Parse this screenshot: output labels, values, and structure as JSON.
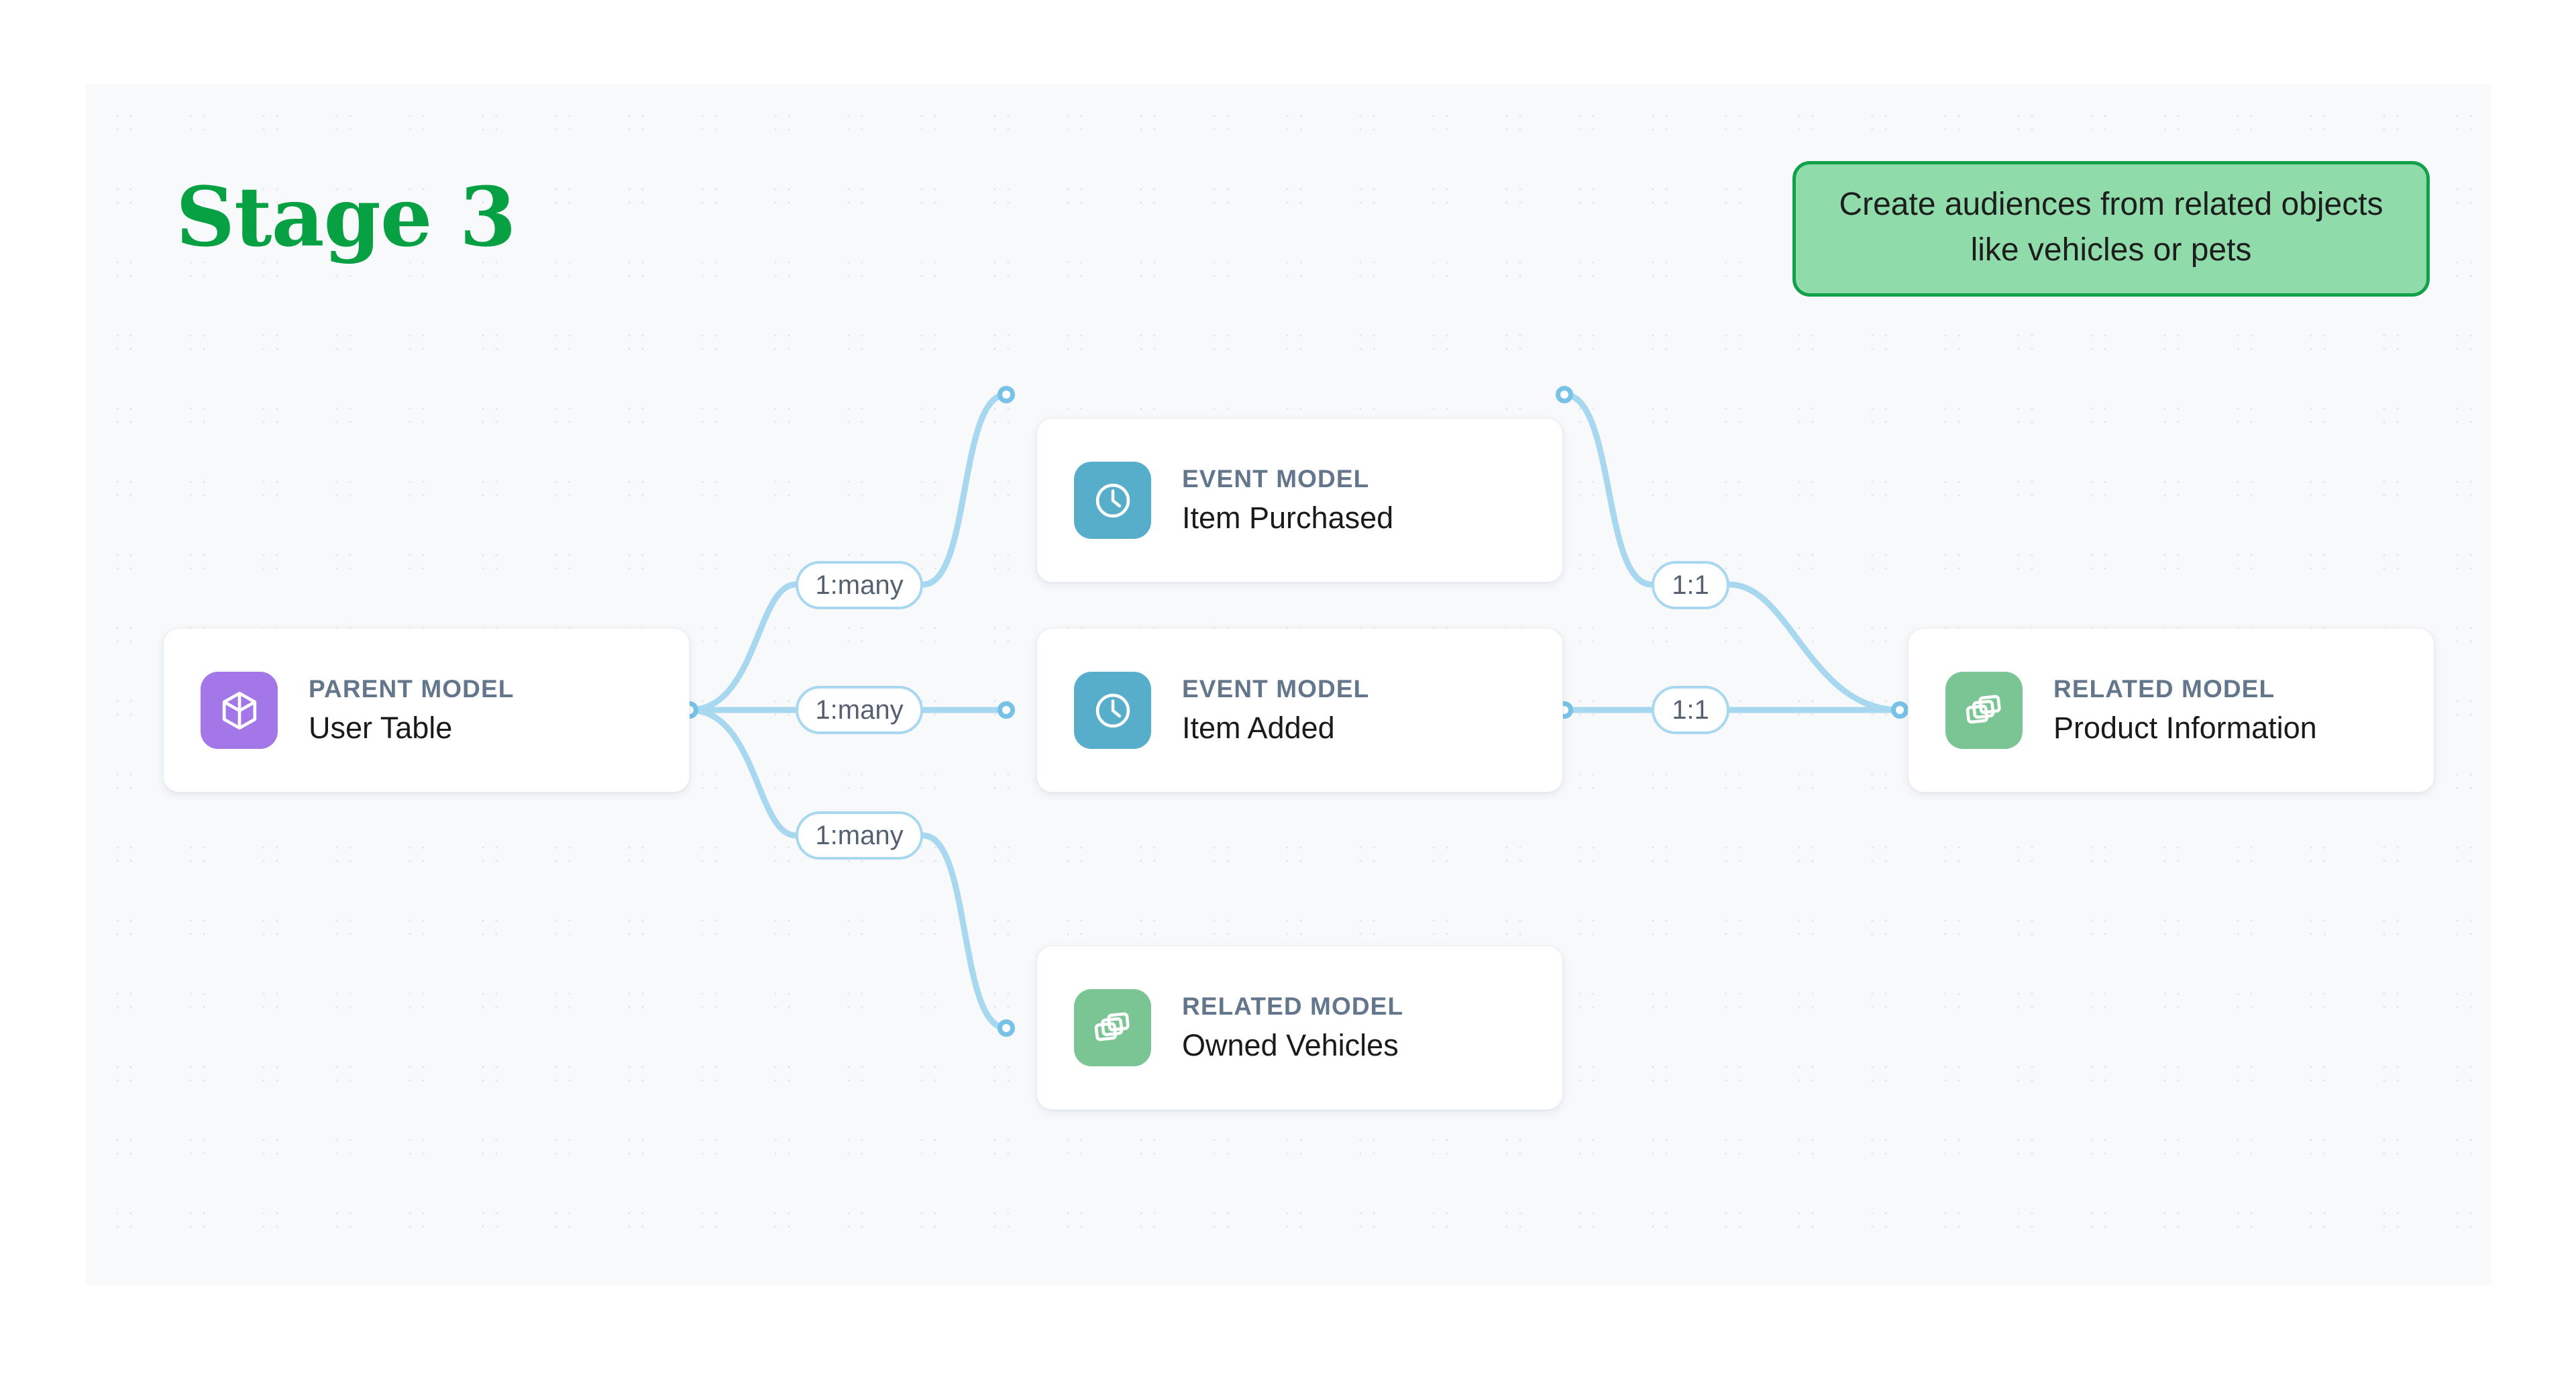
{
  "title": "Stage 3",
  "callout": {
    "text": "Create audiences from related objects like vehicles or pets"
  },
  "colors": {
    "accent_green": "#07a143",
    "callout_fill": "#8fdcaa",
    "callout_border": "#13a04b",
    "canvas_bg": "#f7f9fb",
    "edge_blue": "#a8d8f0",
    "dot_blue": "#78c2e8",
    "tile_parent": "#a477e8",
    "tile_event": "#57aecb",
    "tile_related": "#7bc595",
    "kicker_text": "#63768c"
  },
  "nodes": [
    {
      "id": "user-table",
      "kicker": "PARENT MODEL",
      "name": "User Table",
      "icon": "cube-icon",
      "tile_color": "#a477e8"
    },
    {
      "id": "item-purchased",
      "kicker": "EVENT MODEL",
      "name": "Item Purchased",
      "icon": "clock-icon",
      "tile_color": "#57aecb"
    },
    {
      "id": "item-added",
      "kicker": "EVENT MODEL",
      "name": "Item Added",
      "icon": "clock-icon",
      "tile_color": "#57aecb"
    },
    {
      "id": "owned-vehicles",
      "kicker": "RELATED MODEL",
      "name": "Owned Vehicles",
      "icon": "layers-icon",
      "tile_color": "#7bc595"
    },
    {
      "id": "product-information",
      "kicker": "RELATED MODEL",
      "name": "Product Information",
      "icon": "layers-icon",
      "tile_color": "#7bc595"
    }
  ],
  "relations": [
    {
      "id": "rel-user-item-purchased",
      "label": "1:many",
      "from": "user-table",
      "to": "item-purchased"
    },
    {
      "id": "rel-user-item-added",
      "label": "1:many",
      "from": "user-table",
      "to": "item-added"
    },
    {
      "id": "rel-user-owned-vehicles",
      "label": "1:many",
      "from": "user-table",
      "to": "owned-vehicles"
    },
    {
      "id": "rel-purchased-product",
      "label": "1:1",
      "from": "item-purchased",
      "to": "product-information"
    },
    {
      "id": "rel-added-product",
      "label": "1:1",
      "from": "item-added",
      "to": "product-information"
    }
  ]
}
